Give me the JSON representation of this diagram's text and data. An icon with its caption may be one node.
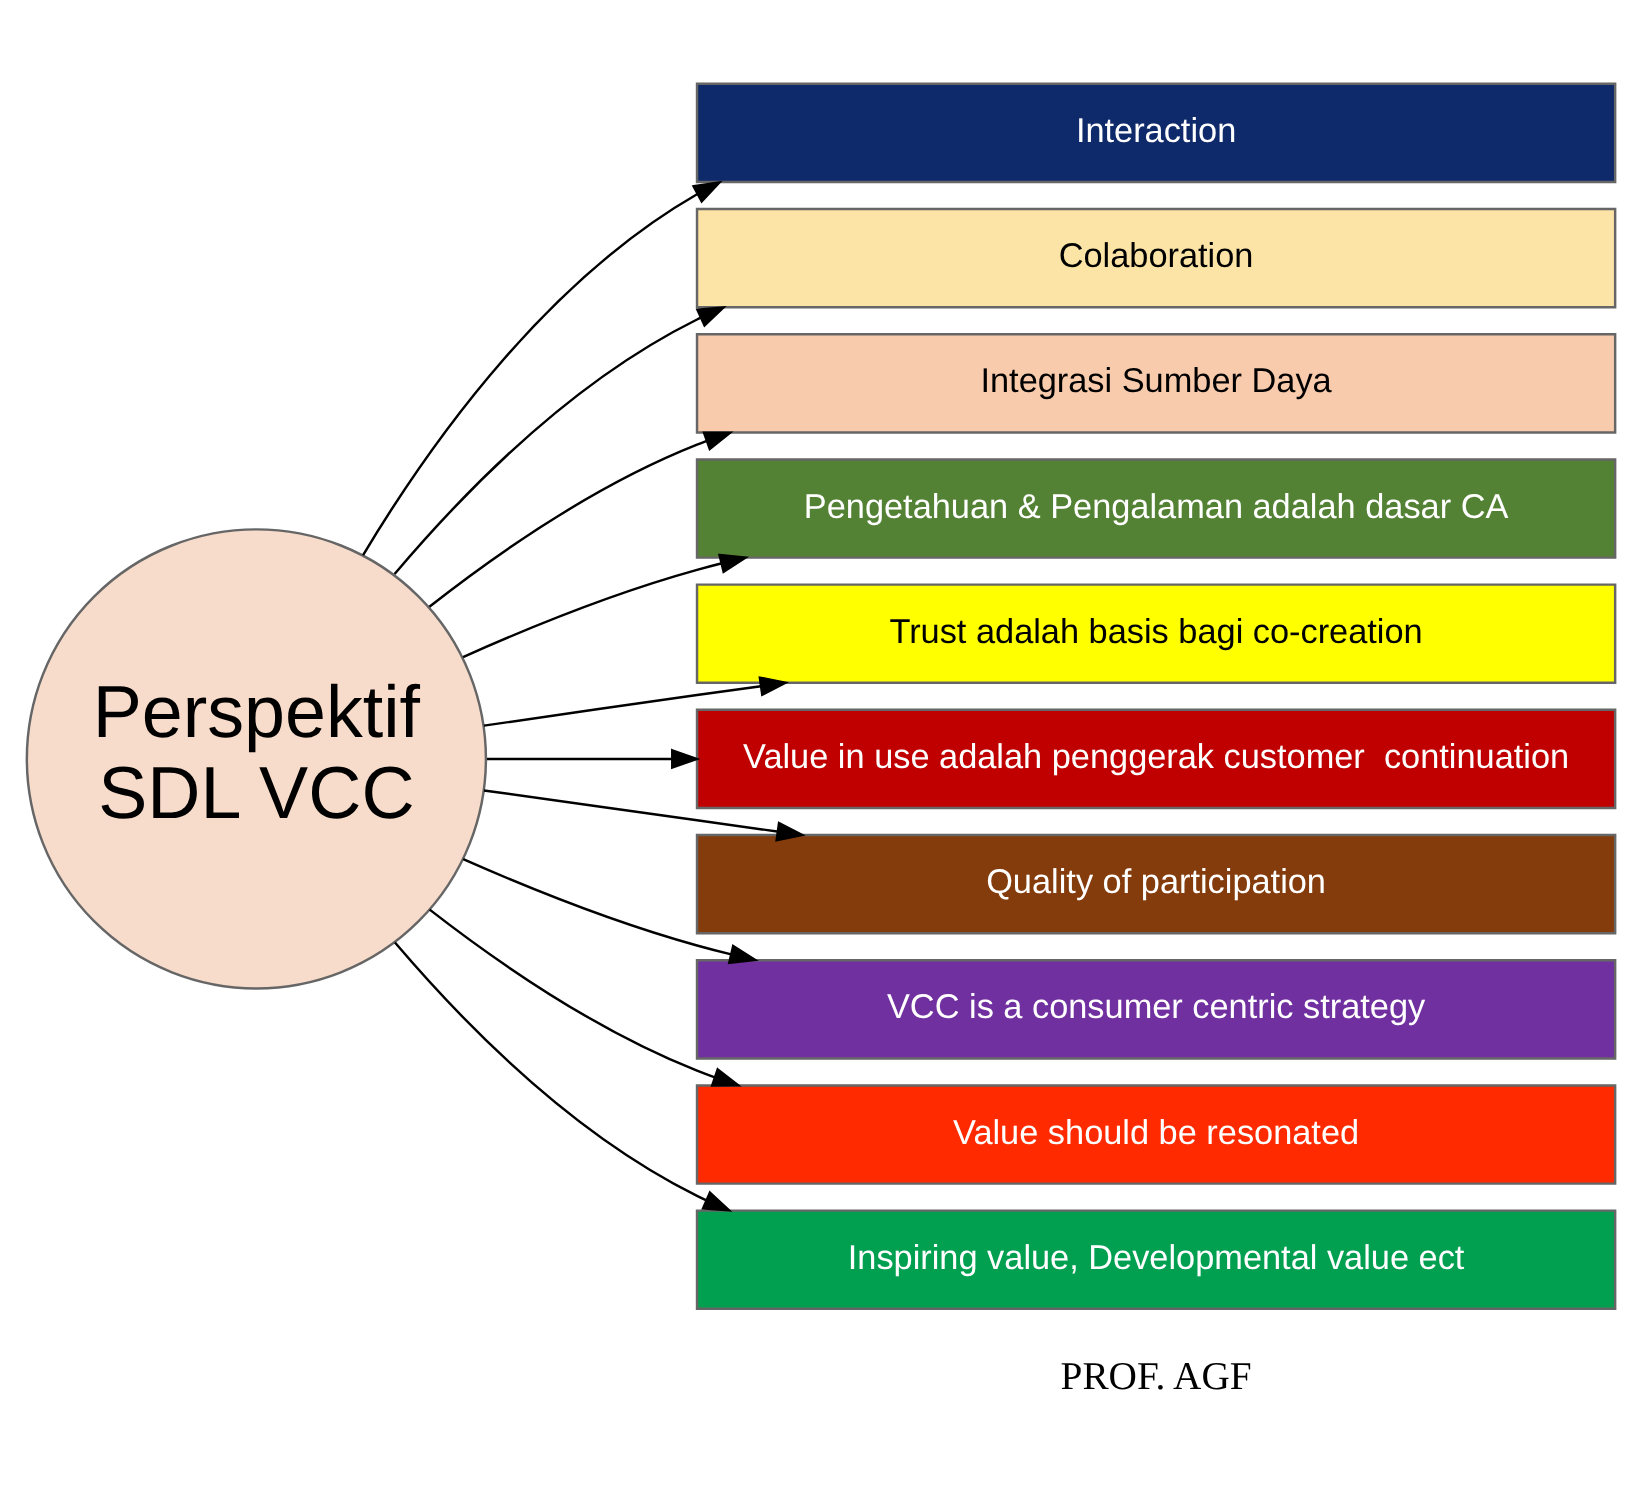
{
  "diagram": {
    "nodes": [
      {
        "text": [
          "Perspektif",
          "SDL VCC"
        ]
      },
      {
        "text": [
          "Interaction"
        ]
      },
      {
        "text": [
          "Colaboration"
        ]
      },
      {
        "text": [
          "Integrasi Sumber Daya"
        ]
      },
      {
        "text": [
          "Pengetahuan & Pengalaman adalah dasar CA"
        ]
      },
      {
        "text": [
          "Trust adalah basis bagi co-creation"
        ]
      },
      {
        "text": [
          "Value in use adalah penggerak customer  continuation"
        ]
      },
      {
        "text": [
          "Quality of participation"
        ]
      },
      {
        "text": [
          "VCC is a consumer centric strategy"
        ]
      },
      {
        "text": [
          "Value should be resonated"
        ]
      },
      {
        "text": [
          "Inspiring value, Developmental value ect"
        ]
      }
    ],
    "edges": [
      {
        "from": 0,
        "to": 1,
        "arrow": "to"
      },
      {
        "from": 0,
        "to": 2,
        "arrow": "to"
      },
      {
        "from": 0,
        "to": 3,
        "arrow": "to"
      },
      {
        "from": 0,
        "to": 4,
        "arrow": "to"
      },
      {
        "from": 0,
        "to": 5,
        "arrow": "to"
      },
      {
        "from": 0,
        "to": 6,
        "arrow": "to"
      },
      {
        "from": 0,
        "to": 7,
        "arrow": "to"
      },
      {
        "from": 0,
        "to": 8,
        "arrow": "to"
      },
      {
        "from": 0,
        "to": 9,
        "arrow": "to"
      },
      {
        "from": 0,
        "to": 10,
        "arrow": "to"
      }
    ],
    "labels": [
      "PROF. AGF"
    ]
  }
}
